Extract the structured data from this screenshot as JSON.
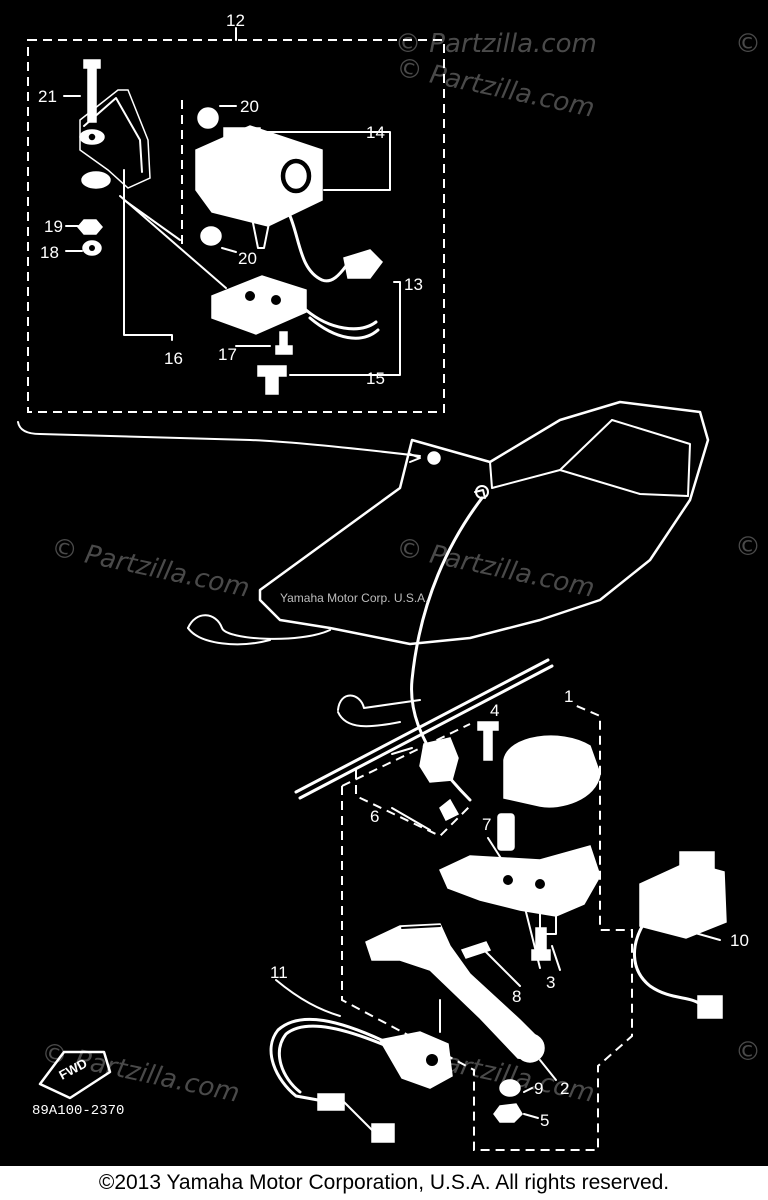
{
  "diagram": {
    "callouts": [
      "1",
      "2",
      "3",
      "4",
      "5",
      "6",
      "7",
      "8",
      "9",
      "10",
      "11",
      "12",
      "13",
      "14",
      "15",
      "16",
      "17",
      "18",
      "19",
      "20",
      "21"
    ],
    "label_20_second": "20",
    "drawing_code": "89A100-2370",
    "fwd_label": "FWD",
    "center_watermark": "Yamaha Motor Corp. U.S.A.",
    "watermark": "© Partzilla.com"
  },
  "footer": {
    "copyright": "©2013 Yamaha Motor Corporation, U.S.A. All rights reserved."
  },
  "colors": {
    "background": "#000000",
    "line_art": "#ffffff",
    "footer_bg": "#ffffff",
    "footer_text": "#000000"
  }
}
